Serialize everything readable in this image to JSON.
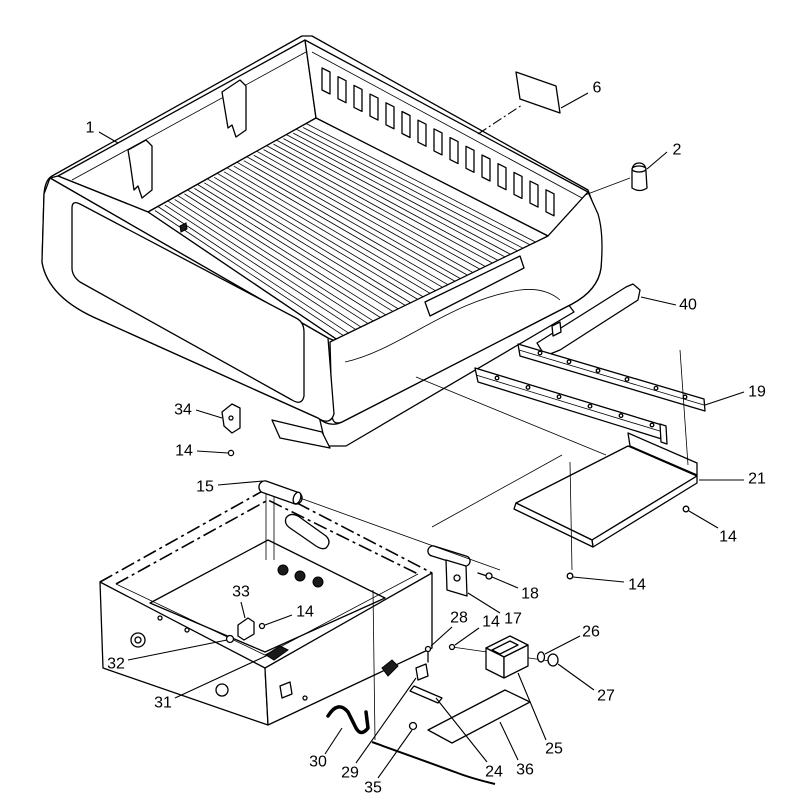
{
  "diagram": {
    "callouts": [
      "1",
      "6",
      "2",
      "40",
      "19",
      "21",
      "14",
      "34",
      "14",
      "15",
      "18",
      "17",
      "14",
      "28",
      "14",
      "26",
      "27",
      "25",
      "33",
      "14",
      "32",
      "31",
      "30",
      "29",
      "24",
      "36",
      "35"
    ]
  },
  "colors": {
    "line": "#000000",
    "background": "#ffffff"
  }
}
